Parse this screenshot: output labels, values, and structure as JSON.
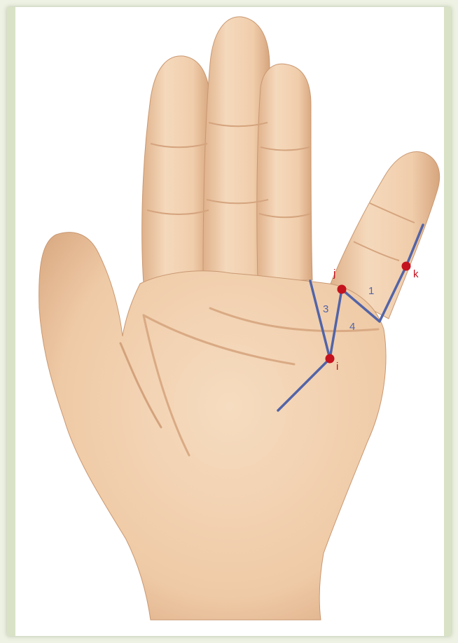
{
  "figure": {
    "background": "#ffffff",
    "skin_color": "#f1cfae",
    "skin_shade": "#dcae88",
    "line_color": "#5264a8",
    "point_color": "#c4121f"
  },
  "points": [
    {
      "label": "i"
    },
    {
      "label": "j"
    },
    {
      "label": "k"
    }
  ],
  "segments": [
    {
      "label": "1"
    },
    {
      "label": "3"
    },
    {
      "label": "4"
    }
  ]
}
